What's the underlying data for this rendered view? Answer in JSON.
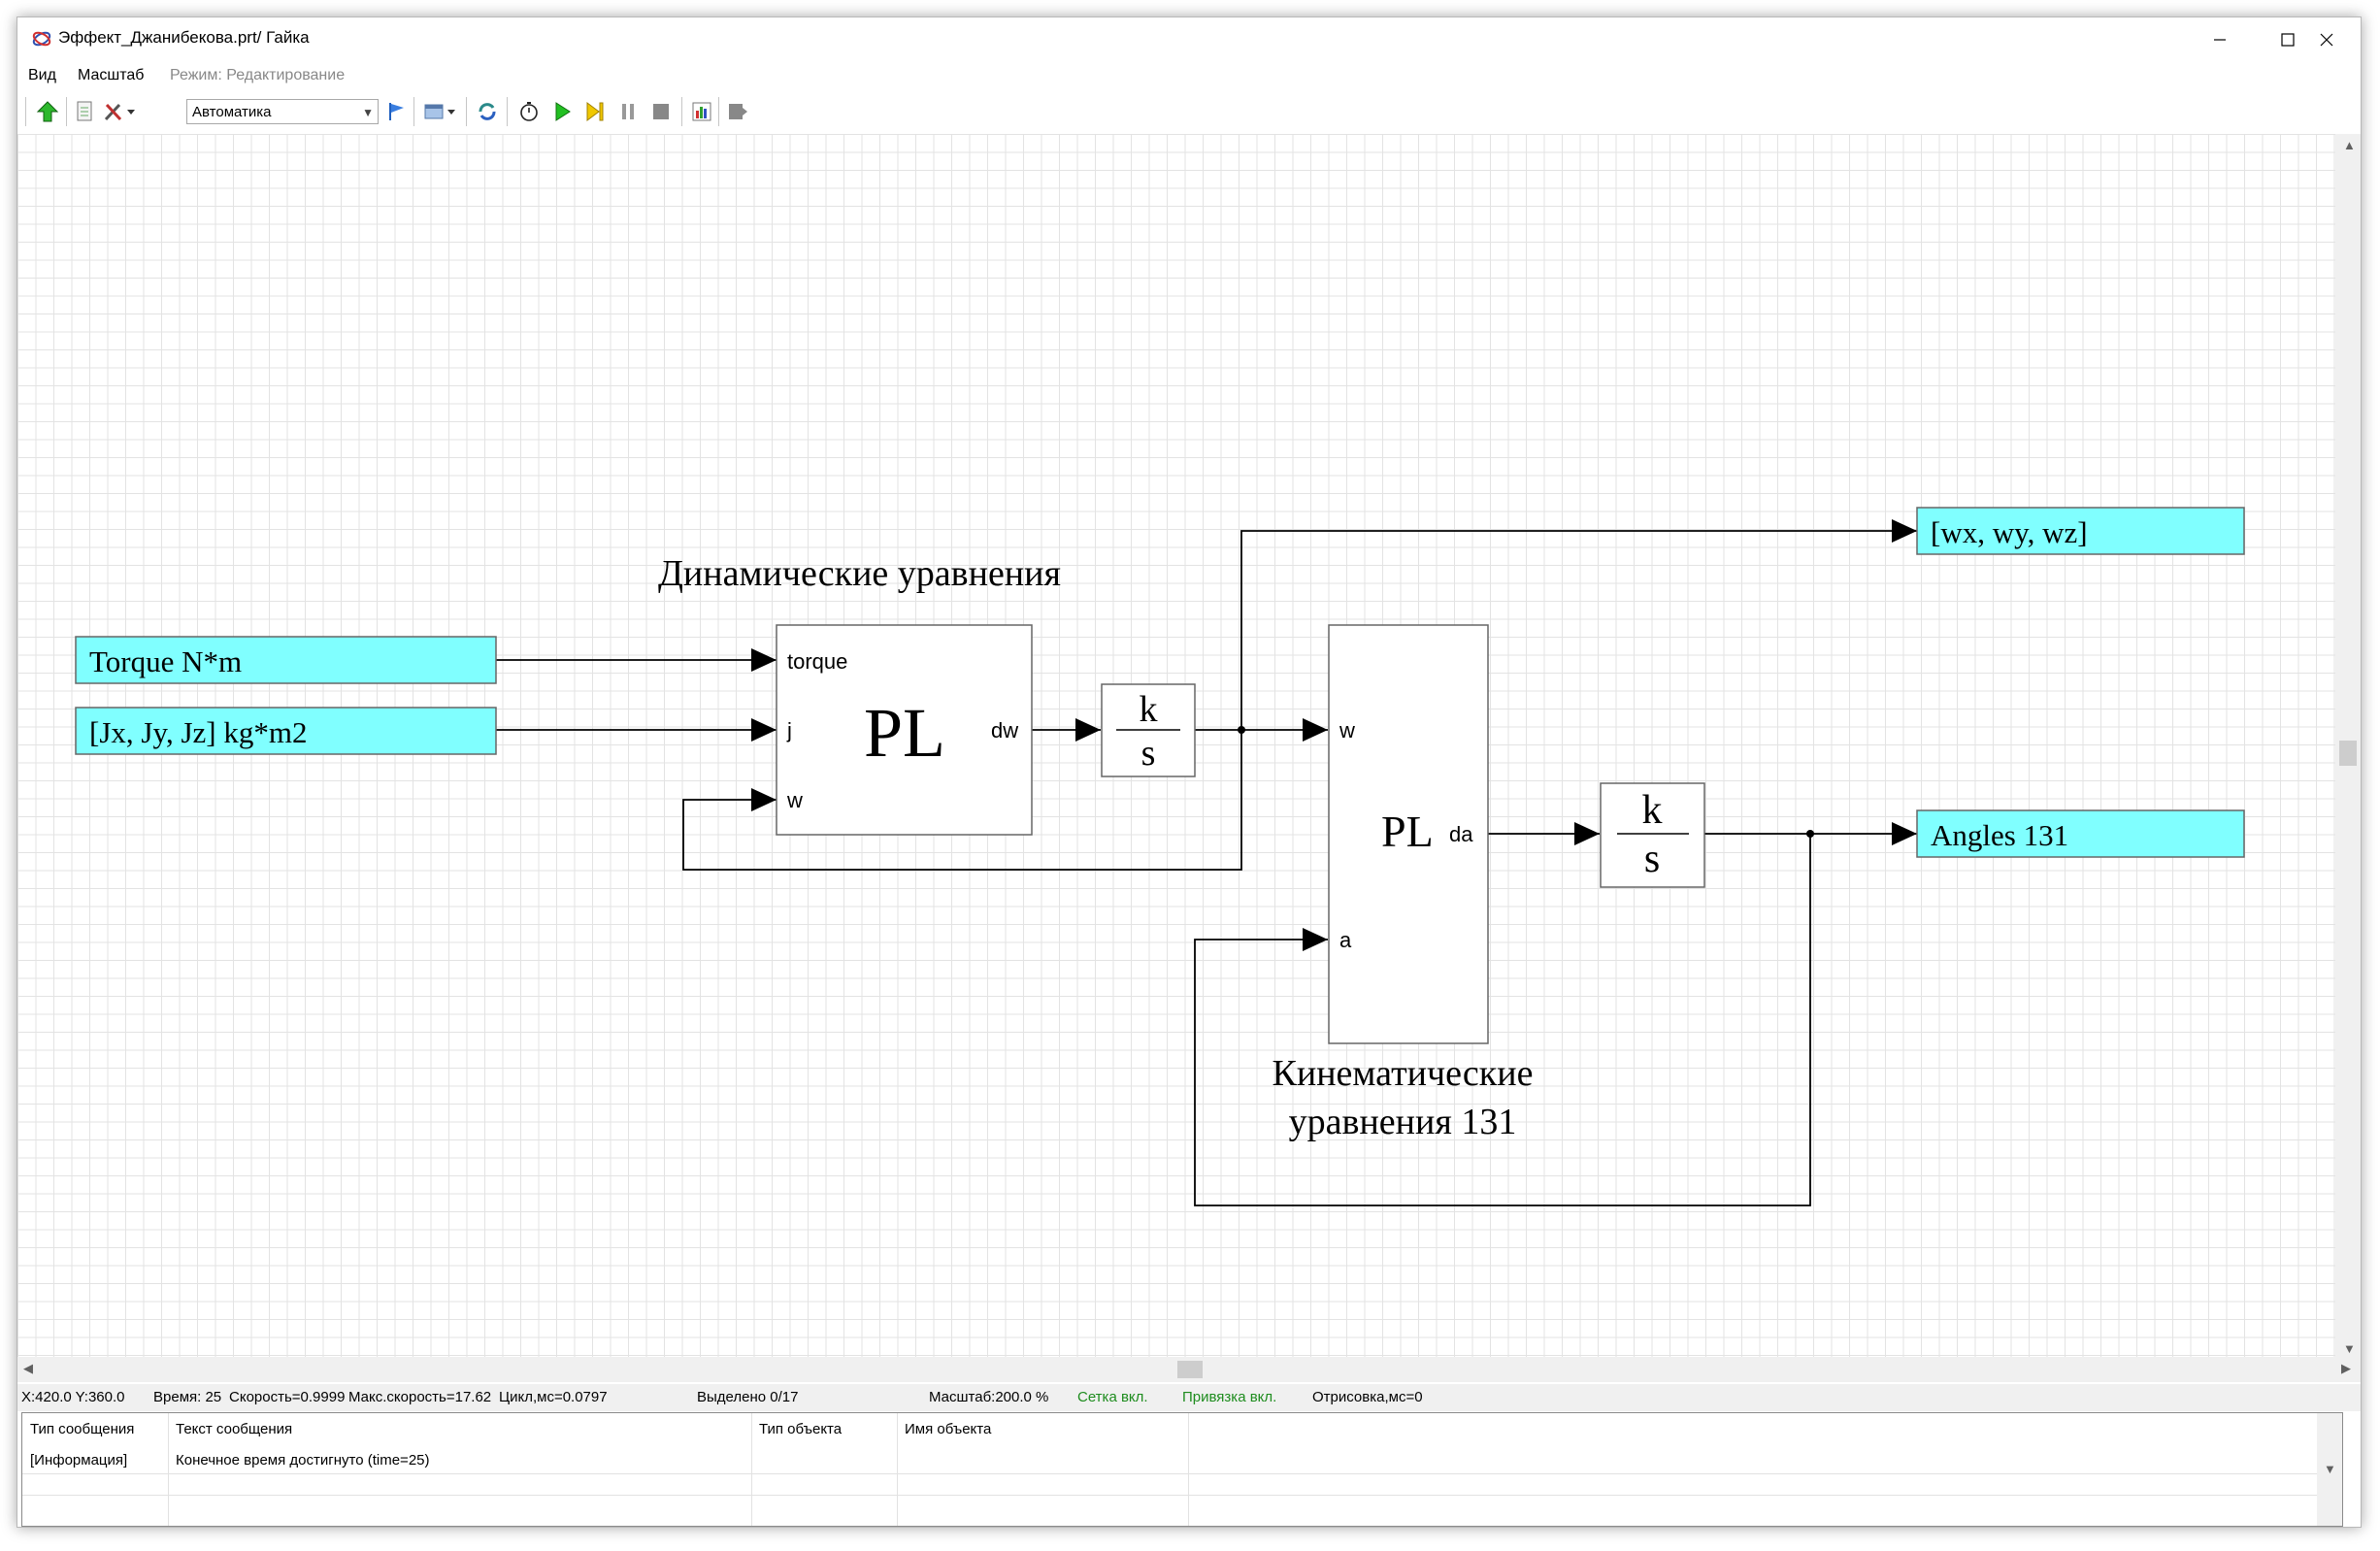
{
  "window": {
    "title": "Эффект_Джанибекова.prt/ Гайка"
  },
  "menu": {
    "items": [
      "Вид",
      "Масштаб"
    ],
    "mode_label": "Режим: Редактирование"
  },
  "toolbar": {
    "mode_value": "Автоматика",
    "icons": [
      "green-up-arrow-icon",
      "document-icon",
      "tools-icon",
      "dropdown-arrow",
      "blue-flag-icon",
      "window-icon",
      "dropdown-arrow",
      "sync-icon",
      "stopwatch-icon",
      "play-icon",
      "step-icon",
      "pause-icon",
      "stop-icon",
      "chart-icon",
      "export-icon"
    ]
  },
  "diagram": {
    "blocks": {
      "torque_input": "Torque N*m",
      "inertia_input": "[Jx, Jy, Jz] kg*m2",
      "w_output": "[wx, wy, wz]",
      "angles_output": "Angles 131"
    },
    "dyn_block": {
      "title": "Динамические уравнения",
      "center": "PL",
      "ports_in": [
        "torque",
        "j",
        "w"
      ],
      "port_out": "dw"
    },
    "kin_block": {
      "title_line1": "Кинематические",
      "title_line2": "уравнения 131",
      "center": "PL",
      "ports_in": [
        "w",
        "a"
      ],
      "port_out": "da"
    },
    "integrator1": {
      "num": "k",
      "den": "s"
    },
    "integrator2": {
      "num": "k",
      "den": "s"
    },
    "colors": {
      "signal_block": "#80ffff",
      "line": "#000000",
      "grid": "#e3e3e3"
    }
  },
  "status": {
    "coords": "X:420.0  Y:360.0",
    "time": "Время: 25",
    "speed": "Скорость=0.9999",
    "max_speed": "Макс.скорость=17.62",
    "cycle": "Цикл,мс=0.0797",
    "selected": "Выделено 0/17",
    "scale": "Масштаб:200.0 %",
    "grid": "Сетка вкл.",
    "snap": "Привязка вкл.",
    "render": "Отрисовка,мс=0"
  },
  "messages": {
    "headers": [
      "Тип сообщения",
      "Текст сообщения",
      "Тип объекта",
      "Имя объекта"
    ],
    "rows": [
      {
        "type": "[Информация]",
        "text": "Конечное время достигнуто (time=25)",
        "obj_type": "",
        "obj_name": ""
      }
    ]
  }
}
